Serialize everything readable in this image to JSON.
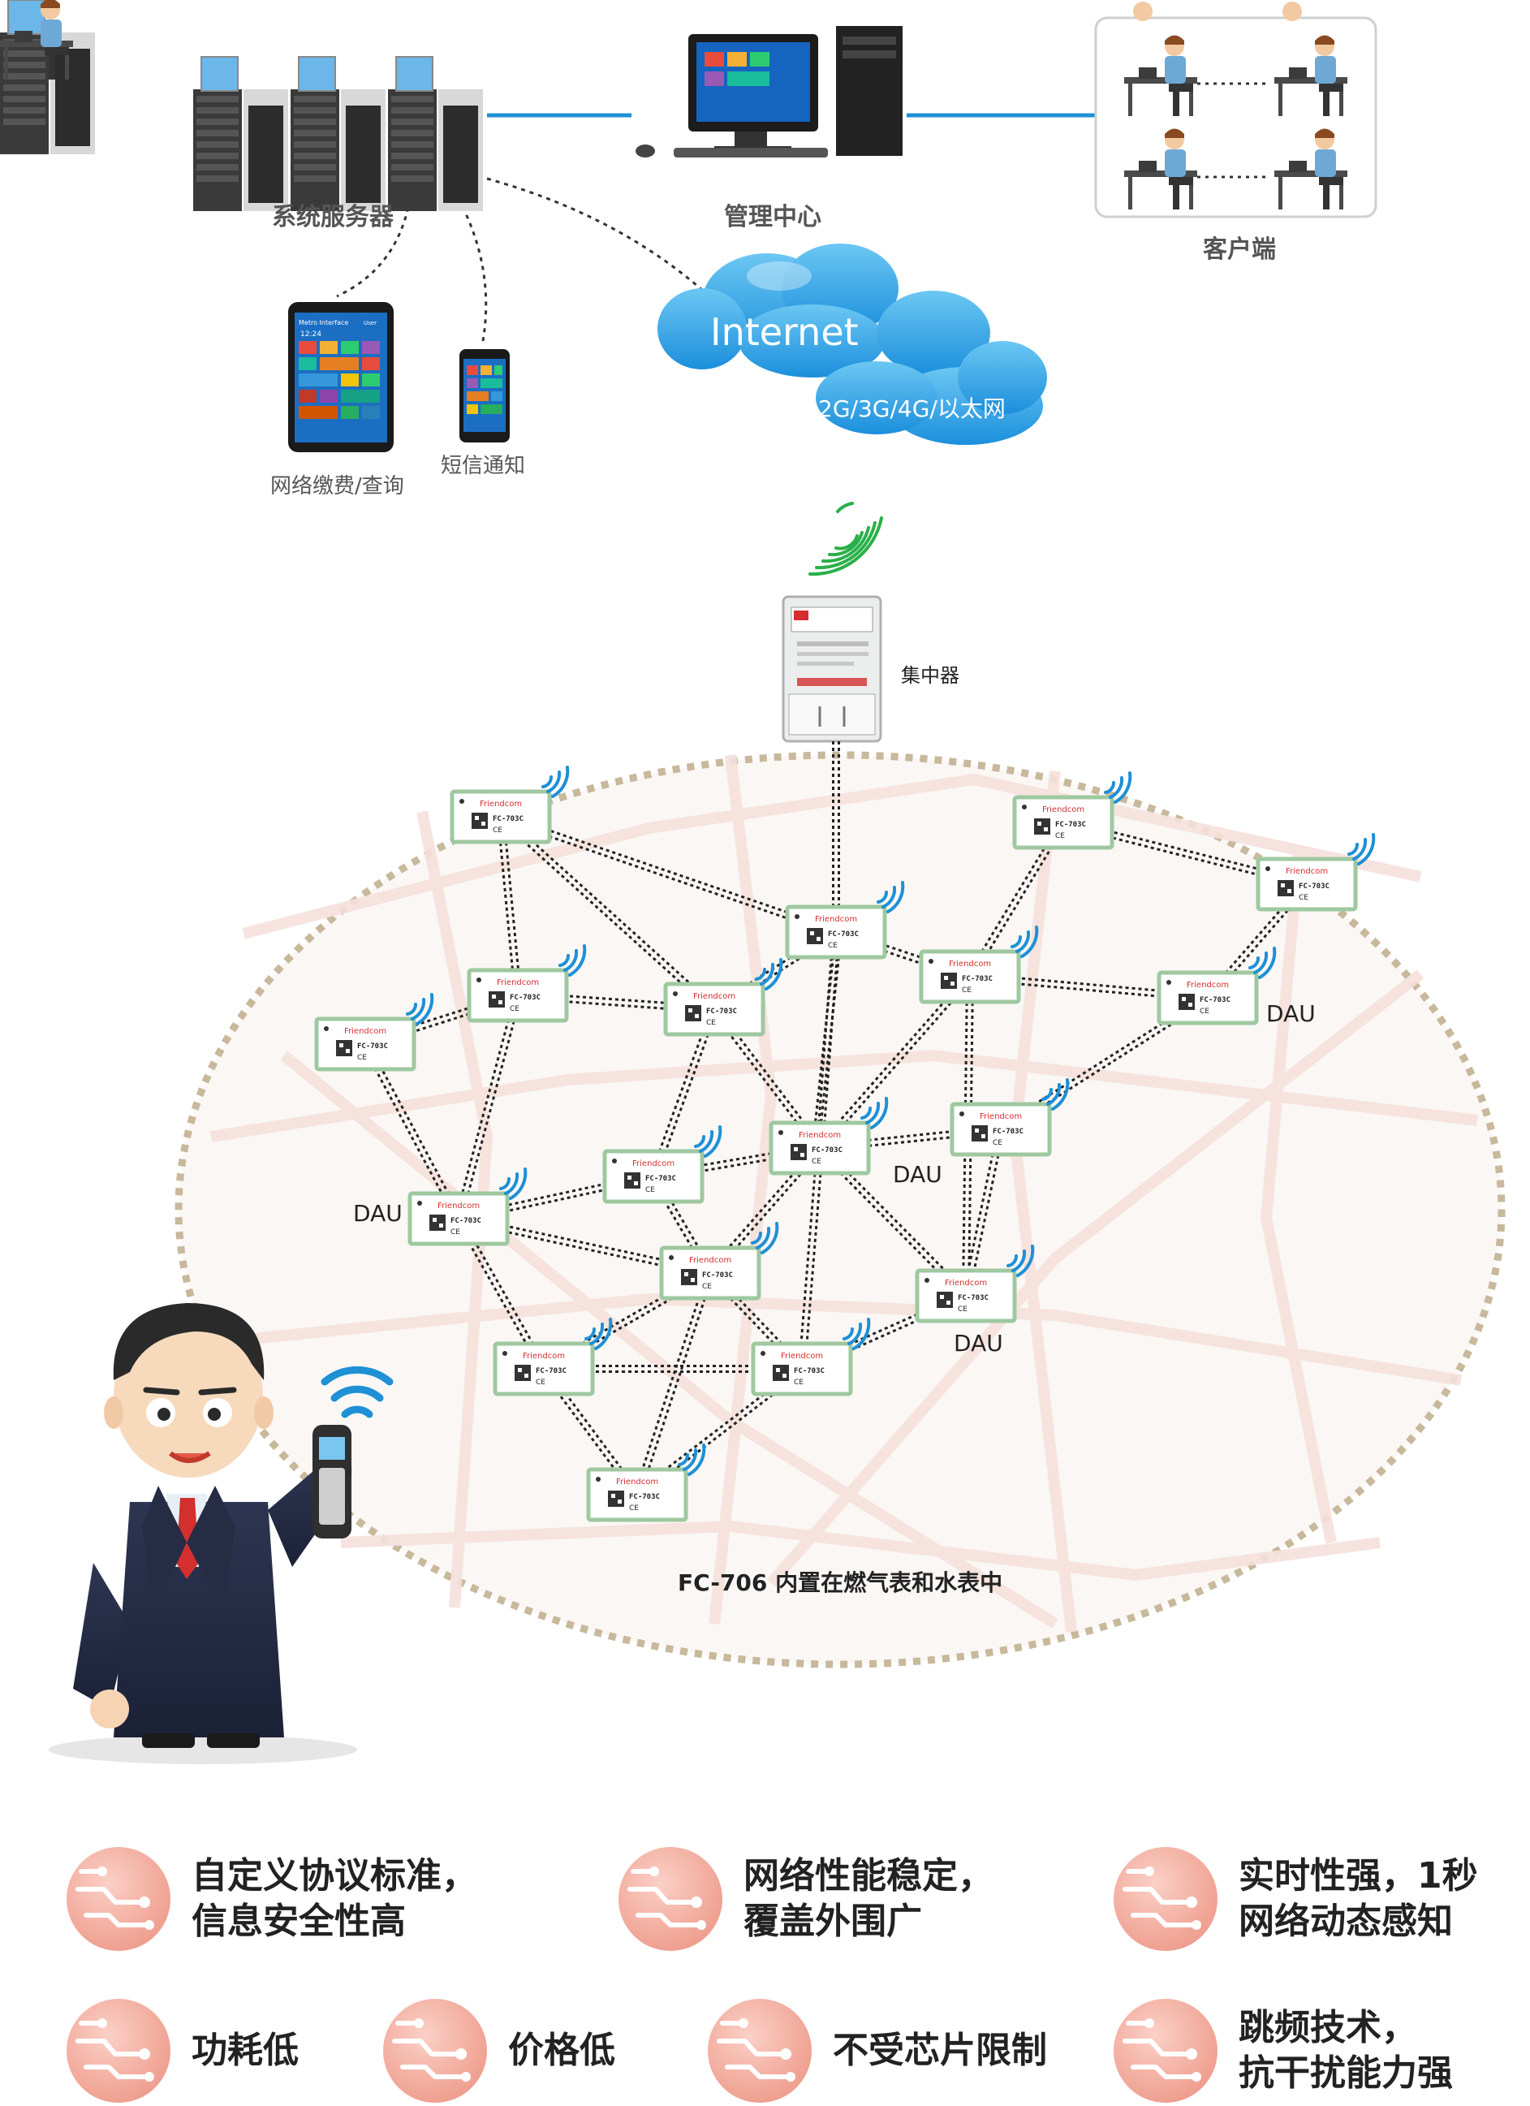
{
  "top": {
    "servers_label": "系统服务器",
    "management_label": "管理中心",
    "clients_label": "客户端",
    "tablet_label": "网络缴费/查询",
    "phone_label": "短信通知",
    "tablet_screen_title": "Metro Interface",
    "tablet_screen_user": "User",
    "tablet_screen_time": "12:24",
    "cloud_main": "Internet",
    "cloud_sub": "2G/3G/4G/以太网"
  },
  "network": {
    "concentrator_label": "集中器",
    "module_brand": "Friendcom",
    "module_model": "FC-703C",
    "module_mark": "CE",
    "dau_label": "DAU",
    "caption": "FC-706 内置在燃气表和水表中"
  },
  "features": [
    {
      "line1": "自定义协议标准，",
      "line2": "信息安全性高"
    },
    {
      "line1": "网络性能稳定，",
      "line2": "覆盖外围广"
    },
    {
      "line1": "实时性强，1秒",
      "line2": "网络动态感知"
    },
    {
      "line1": "功耗低",
      "line2": ""
    },
    {
      "line1": "价格低",
      "line2": ""
    },
    {
      "line1": "不受芯片限制",
      "line2": ""
    },
    {
      "line1": "跳频技术，",
      "line2": "抗干扰能力强"
    }
  ],
  "colors": {
    "accent_blue": "#1e90d6",
    "feature_pink": "#f0a79a",
    "module_green": "#9fc8a0",
    "dots_tan": "#c9b9a0"
  }
}
